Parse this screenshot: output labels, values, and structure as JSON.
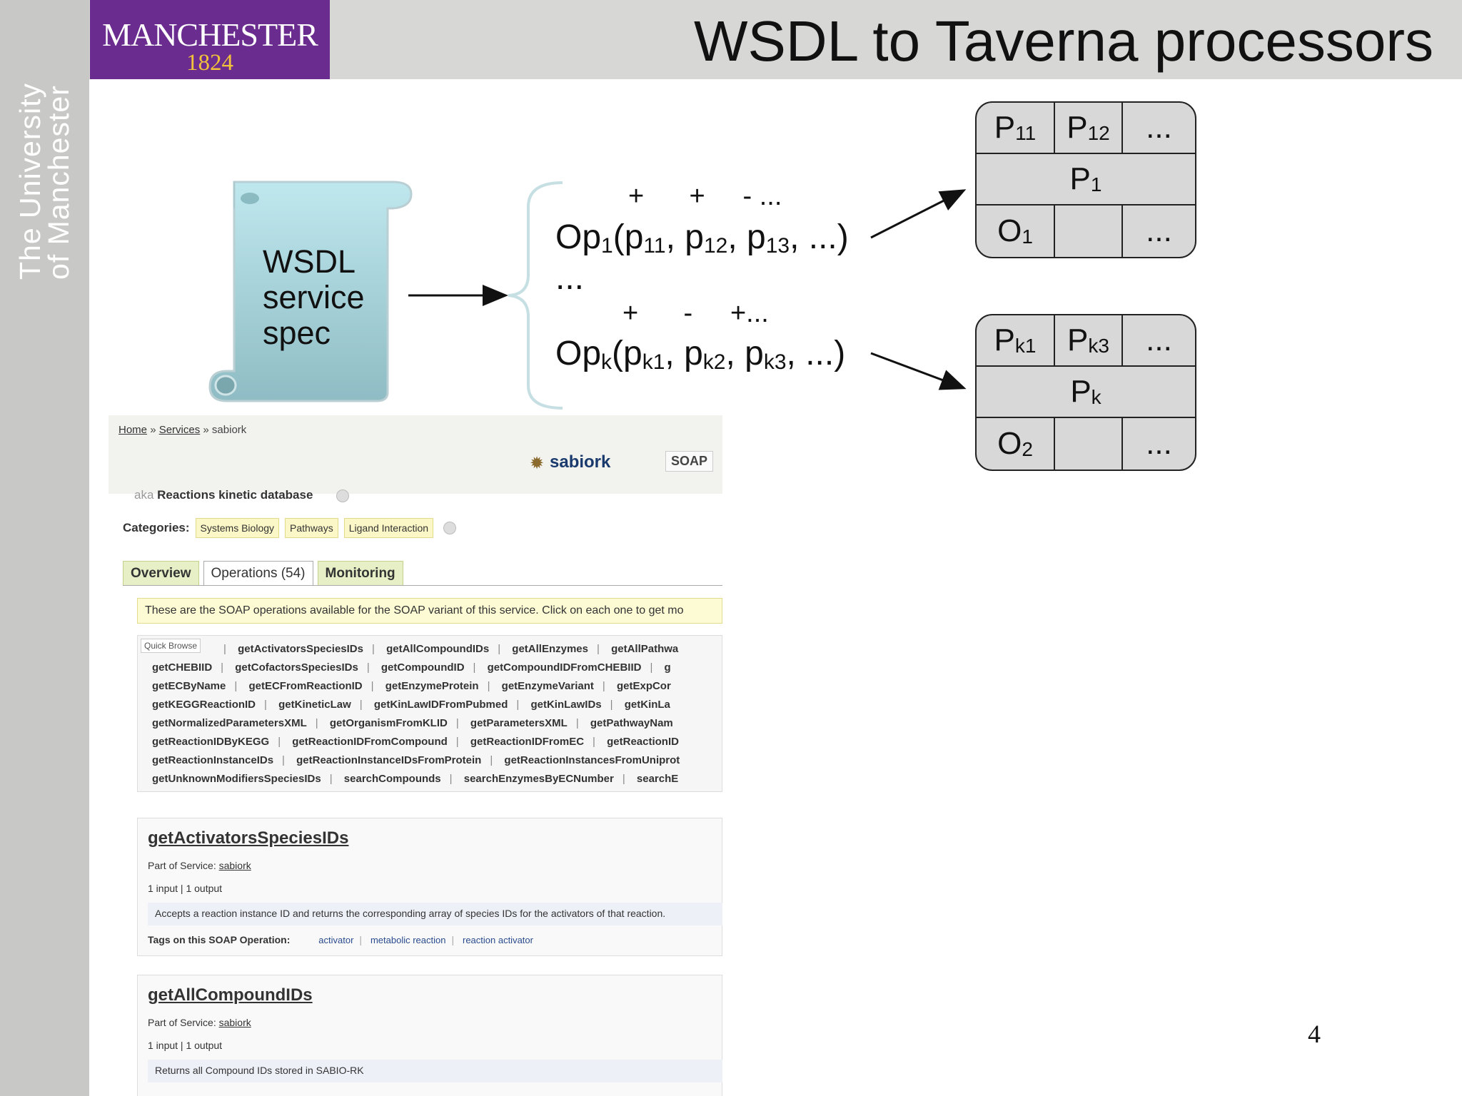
{
  "sidebar": {
    "university_text_line1": "The University",
    "university_text_line2": "of Manchester"
  },
  "header": {
    "logo_name": "MANCHESTER",
    "logo_year": "1824",
    "title": "WSDL to Taverna processors"
  },
  "diagram": {
    "scroll_label_lines": [
      "WSDL",
      "service",
      "spec"
    ],
    "op1": {
      "signs": "+      +     - ...",
      "name": "Op",
      "sub": "1",
      "params": [
        "p",
        "11",
        "p",
        "12",
        "p",
        "13"
      ],
      "tail": ", ...)"
    },
    "ellipsis": "...",
    "opk": {
      "signs": "+      -     +...",
      "name": "Op",
      "sub": "k",
      "params": [
        "p",
        "k1",
        "p",
        "k2",
        "p",
        "k3"
      ],
      "tail": ", ...)"
    },
    "proc1": {
      "p_a": "P",
      "p_a_sub": "11",
      "p_b": "P",
      "p_b_sub": "12",
      "more": "...",
      "name": "P",
      "name_sub": "1",
      "out": "O",
      "out_sub": "1",
      "out_more": "..."
    },
    "proc2": {
      "p_a": "P",
      "p_a_sub": "k1",
      "p_b": "P",
      "p_b_sub": "k3",
      "more": "...",
      "name": "P",
      "name_sub": "k",
      "out": "O",
      "out_sub": "2",
      "out_more": "..."
    }
  },
  "web": {
    "breadcrumb": {
      "home": "Home",
      "sep": "»",
      "services": "Services",
      "current": "sabiork"
    },
    "service_name": "sabiork",
    "soap_label": "SOAP",
    "aka_prefix": "aka",
    "aka_text": "Reactions kinetic database",
    "categories_label": "Categories:",
    "categories": [
      "Systems Biology",
      "Pathways",
      "Ligand Interaction"
    ],
    "tabs": [
      "Overview",
      "Operations (54)",
      "Monitoring"
    ],
    "notice": "These are the SOAP operations available for the SOAP variant of this service. Click on each one to get mo",
    "quick_browse_label": "Quick Browse",
    "quick_rows": [
      [
        "getActivatorsSpeciesIDs",
        "getAllCompoundIDs",
        "getAllEnzymes",
        "getAllPathwa"
      ],
      [
        "getCHEBIID",
        "getCofactorsSpeciesIDs",
        "getCompoundID",
        "getCompoundIDFromCHEBIID",
        "g"
      ],
      [
        "getECByName",
        "getECFromReactionID",
        "getEnzymeProtein",
        "getEnzymeVariant",
        "getExpCor"
      ],
      [
        "getKEGGReactionID",
        "getKineticLaw",
        "getKinLawIDFromPubmed",
        "getKinLawIDs",
        "getKinLa"
      ],
      [
        "getNormalizedParametersXML",
        "getOrganismFromKLID",
        "getParametersXML",
        "getPathwayNam"
      ],
      [
        "getReactionIDByKEGG",
        "getReactionIDFromCompound",
        "getReactionIDFromEC",
        "getReactionID"
      ],
      [
        "getReactionInstanceIDs",
        "getReactionInstanceIDsFromProtein",
        "getReactionInstancesFromUniprot"
      ],
      [
        "getUnknownModifiersSpeciesIDs",
        "searchCompounds",
        "searchEnzymesByECNumber",
        "searchE"
      ]
    ],
    "operations": [
      {
        "title": "getActivatorsSpeciesIDs",
        "part_label": "Part of Service:",
        "part_link": "sabiork",
        "io": "1 input  |  1 output",
        "desc": "Accepts a reaction instance ID and returns the corresponding array of species IDs for the activators of that reaction.",
        "tags_label": "Tags on this SOAP Operation:",
        "tags": [
          "activator",
          "metabolic reaction",
          "reaction activator"
        ]
      },
      {
        "title": "getAllCompoundIDs",
        "part_label": "Part of Service:",
        "part_link": "sabiork",
        "io": "1 input  |  1 output",
        "desc": "Returns all Compound IDs stored in SABIO-RK"
      }
    ]
  },
  "page_number": "4"
}
